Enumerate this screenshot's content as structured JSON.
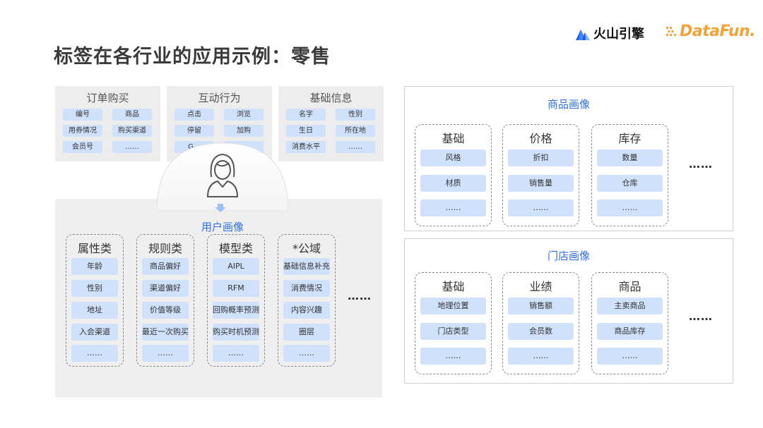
{
  "title": "标签在各行业的应用示例：零售",
  "logos": {
    "volcano": "火山引擎",
    "datafun": "DataFun."
  },
  "colors": {
    "chip": "#cfe1fb",
    "accent": "#2f6fe3",
    "panel": "#efefef"
  },
  "sources": [
    {
      "title": "订单购买",
      "items": [
        "编号",
        "商品",
        "用券情况",
        "购买渠道",
        "会员号",
        "……"
      ]
    },
    {
      "title": "互动行为",
      "items": [
        "点击",
        "浏览",
        "停留",
        "加购",
        "G…",
        ""
      ]
    },
    {
      "title": "基础信息",
      "items": [
        "名字",
        "性别",
        "生日",
        "所在地",
        "消费水平",
        "……"
      ]
    }
  ],
  "user_portrait": {
    "title": "用户画像",
    "icon": "user-avatar-icon",
    "columns": [
      {
        "title": "属性类",
        "items": [
          "年龄",
          "性别",
          "地址",
          "入会渠道",
          "……"
        ]
      },
      {
        "title": "规则类",
        "items": [
          "商品偏好",
          "渠道偏好",
          "价值等级",
          "最近一次购买",
          "……"
        ]
      },
      {
        "title": "模型类",
        "items": [
          "AIPL",
          "RFM",
          "回购概率预测",
          "购买时机预测",
          "……"
        ]
      },
      {
        "title": "*公域",
        "items": [
          "基础信息补充",
          "消费情况",
          "内容兴趣",
          "圈层",
          "……"
        ]
      }
    ],
    "more": "……"
  },
  "product_portrait": {
    "title": "商品画像",
    "columns": [
      {
        "title": "基础",
        "items": [
          "风格",
          "材质",
          "……"
        ]
      },
      {
        "title": "价格",
        "items": [
          "折扣",
          "销售量",
          "……"
        ]
      },
      {
        "title": "库存",
        "items": [
          "数量",
          "仓库",
          "……"
        ]
      }
    ],
    "more": "……"
  },
  "store_portrait": {
    "title": "门店画像",
    "columns": [
      {
        "title": "基础",
        "items": [
          "地理位置",
          "门店类型",
          "……"
        ]
      },
      {
        "title": "业绩",
        "items": [
          "销售额",
          "会员数",
          "……"
        ]
      },
      {
        "title": "商品",
        "items": [
          "主卖商品",
          "商品库存",
          "……"
        ]
      }
    ],
    "more": "……"
  }
}
